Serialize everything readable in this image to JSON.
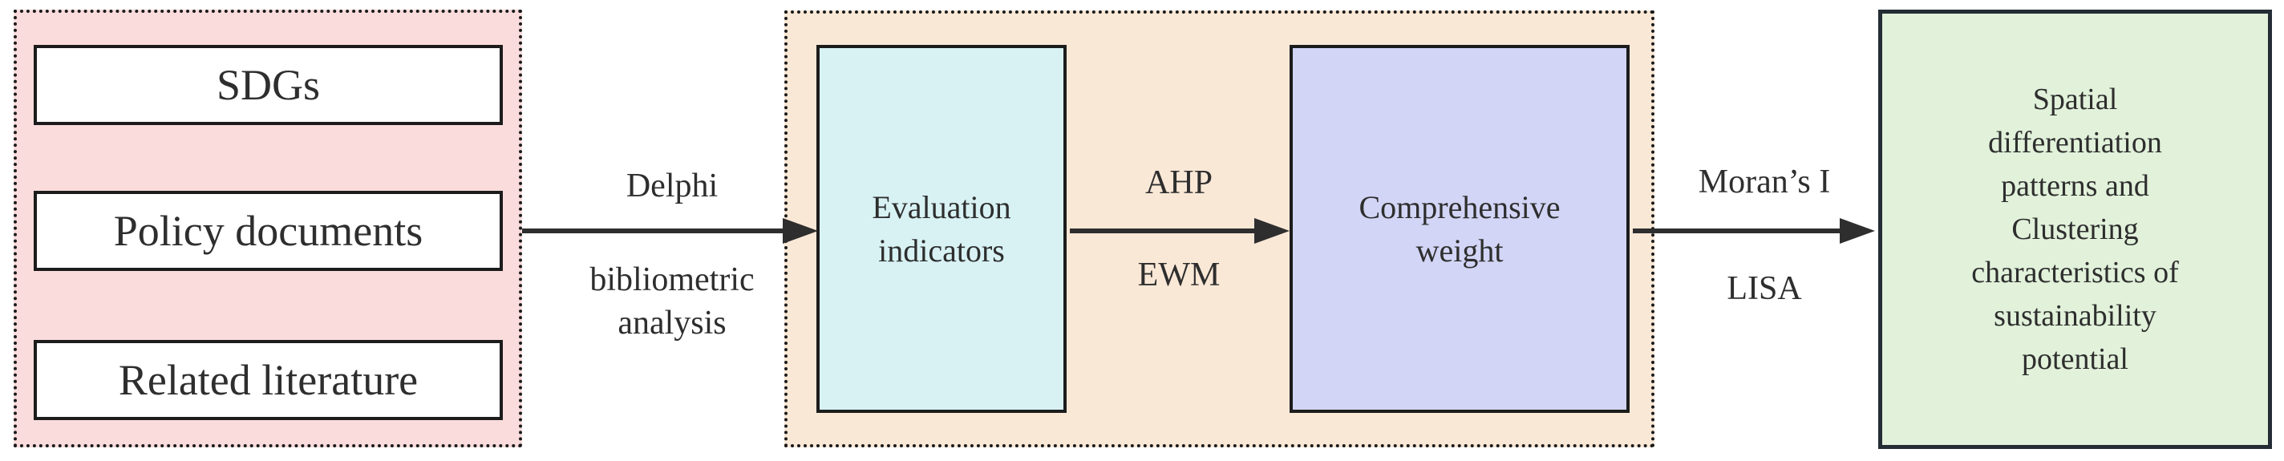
{
  "colors": {
    "pink_panel": "#fadcdc",
    "peach_panel": "#fae8d7",
    "cyan_box": "#d8f2f4",
    "lavender_box": "#d2d5f5",
    "green_box": "#e1f1da",
    "border": "#1c1c1c",
    "text": "#2e2e2e"
  },
  "sources_group": {
    "boxes": [
      {
        "label": "SDGs"
      },
      {
        "label": "Policy documents"
      },
      {
        "label": "Related literature"
      }
    ]
  },
  "arrows": [
    {
      "label_top": "Delphi",
      "label_bottom": "bibliometric analysis"
    },
    {
      "label_top": "AHP",
      "label_bottom": "EWM"
    },
    {
      "label_top": "Moran’s I",
      "label_bottom": "LISA"
    }
  ],
  "weighting_group": {
    "boxes": [
      {
        "label": "Evaluation indicators"
      },
      {
        "label": "Comprehensive weight"
      }
    ]
  },
  "result_box": {
    "label": "Spatial differentiation patterns and Clustering characteristics of sustainability potential"
  }
}
